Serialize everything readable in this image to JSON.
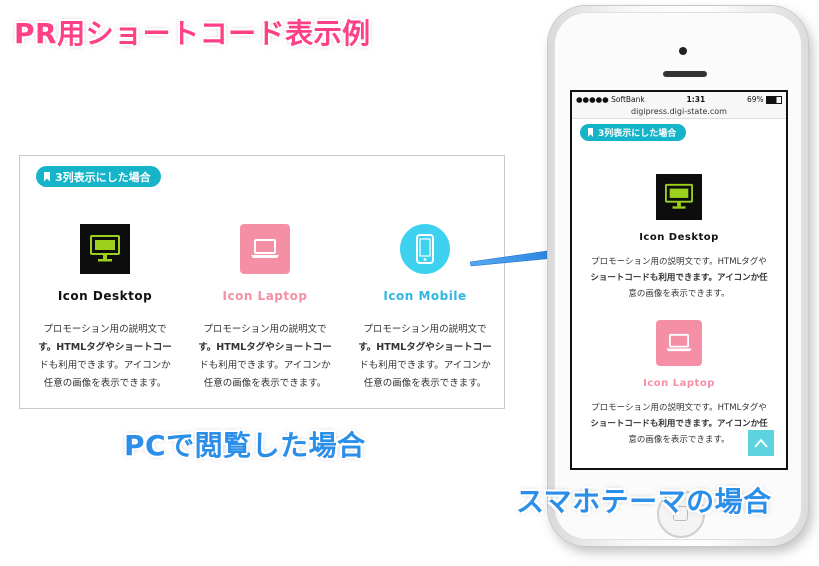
{
  "titles": {
    "main": "PR用ショートコード表示例",
    "pc": "PCで閲覧した場合",
    "sp": "スマホテーマの場合"
  },
  "label": "3列表示にした場合",
  "columns": [
    {
      "title": "Icon Desktop",
      "title_color": "#111111",
      "icon": "desktop-icon"
    },
    {
      "title": "Icon Laptop",
      "title_color": "#f48fa6",
      "icon": "laptop-icon"
    },
    {
      "title": "Icon Mobile",
      "title_color": "#2eb8e0",
      "icon": "mobile-icon"
    }
  ],
  "description": {
    "line1": "プロモーション用の説明文で",
    "line2": "す。HTMLタグやショートコー",
    "line3": "ドも利用できます。アイコンか",
    "line4": "任意の画像を表示できます。"
  },
  "mobile_description": {
    "line1": "プロモーション用の説明文です。HTMLタグや",
    "line2": "ショートコードも利用できます。アイコンか任",
    "line3": "意の画像を表示できます。"
  },
  "phone": {
    "carrier": "●●●●● SoftBank",
    "time": "1:31",
    "battery": "69%",
    "url": "digipress.digi-state.com"
  },
  "colors": {
    "pink": "#ff3f86",
    "blue": "#2b8ee8",
    "teal": "#16b4c8",
    "lime": "#9bd11d"
  }
}
